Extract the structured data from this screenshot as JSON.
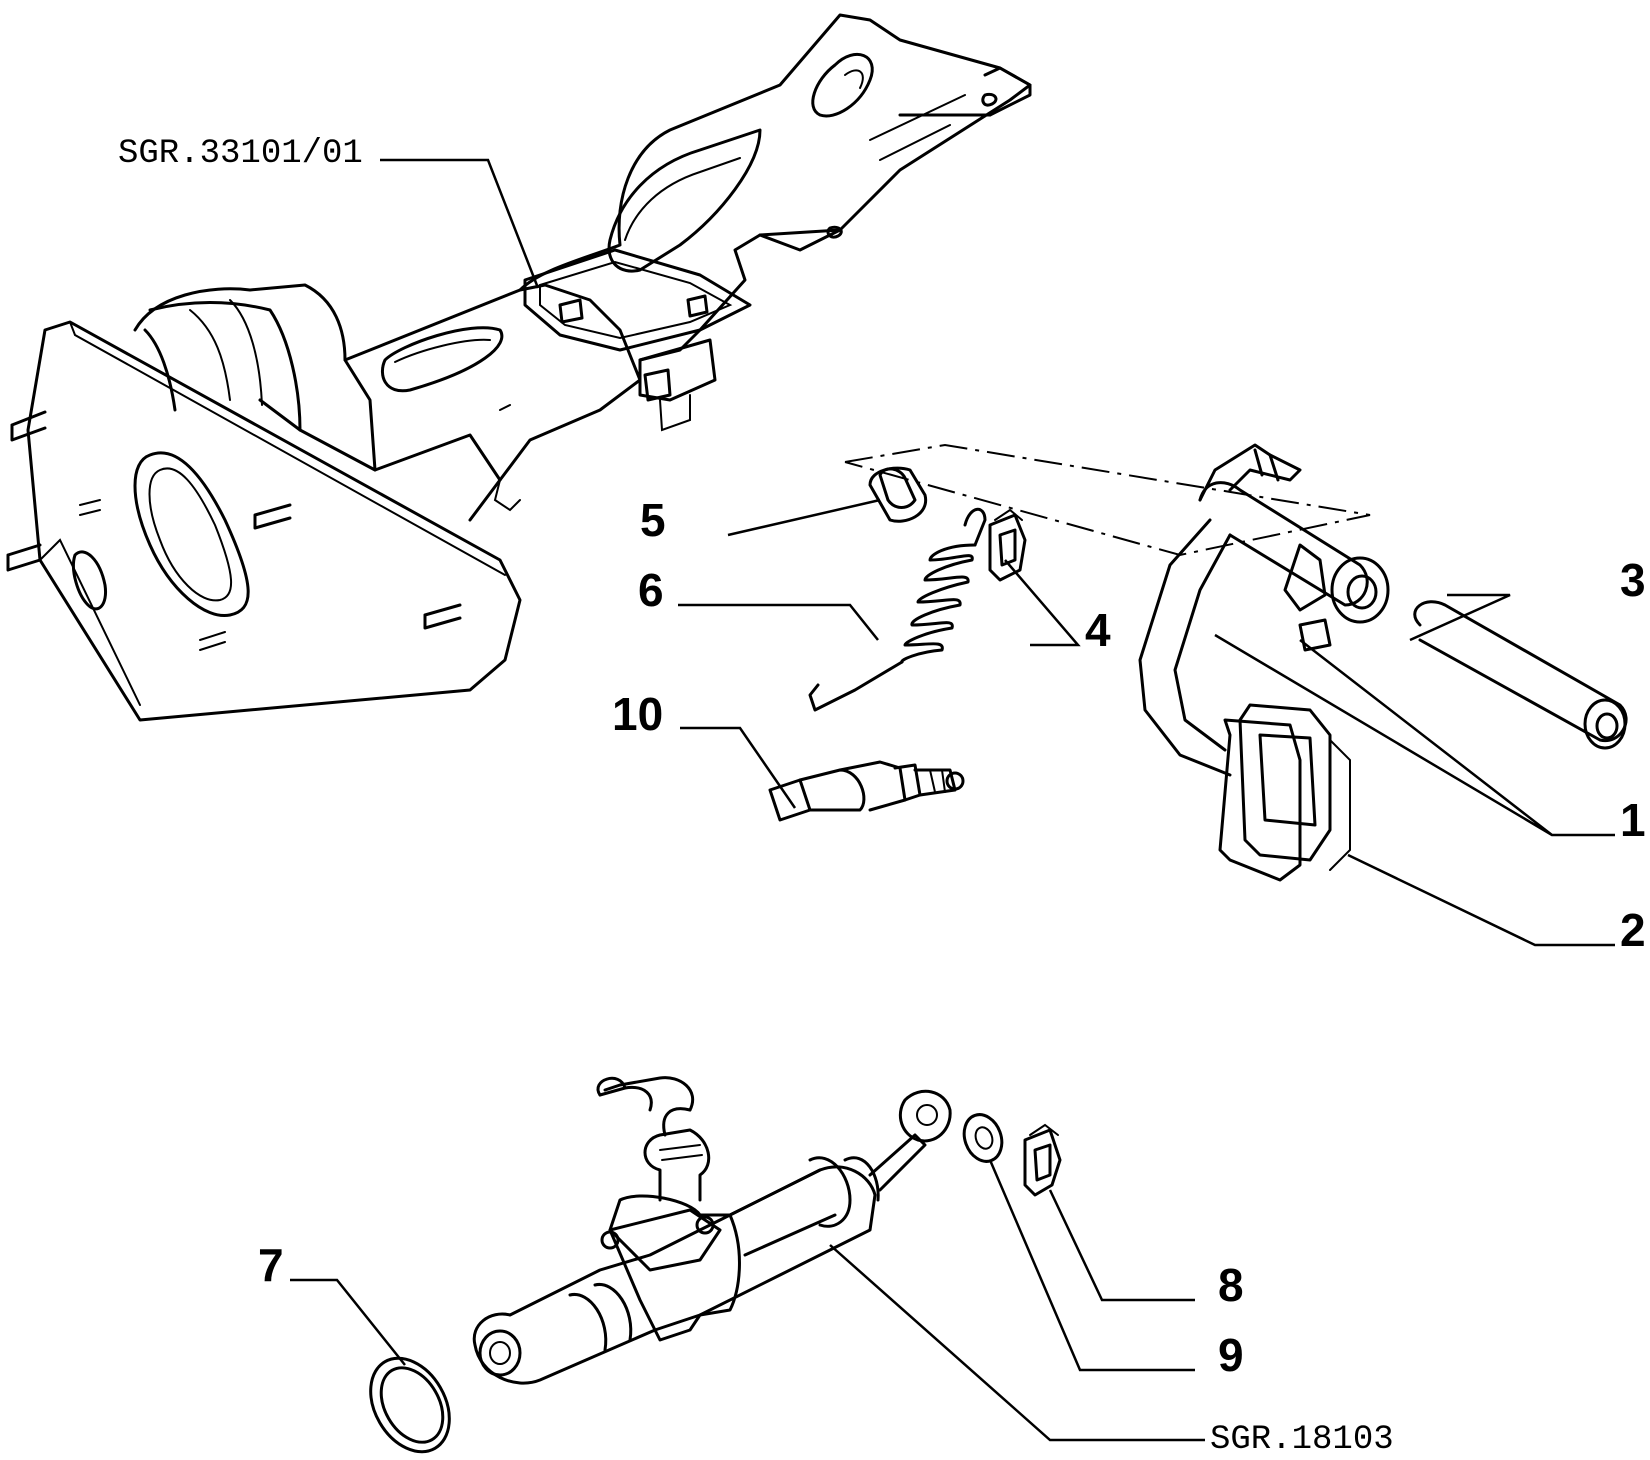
{
  "references": {
    "top": "SGR.33101/01",
    "bottom": "SGR.18103"
  },
  "callouts": [
    "1",
    "2",
    "3",
    "4",
    "5",
    "6",
    "7",
    "8",
    "9",
    "10"
  ]
}
